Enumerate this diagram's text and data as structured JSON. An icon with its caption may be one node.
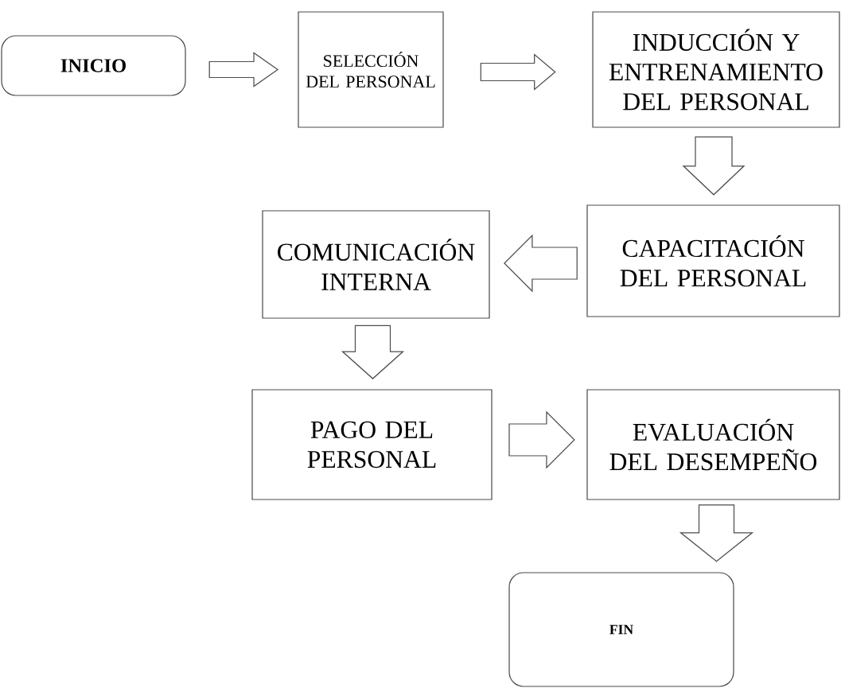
{
  "diagram": {
    "nodes": [
      {
        "text": [
          "**INICIO**"
        ]
      },
      {
        "text": [
          "SELECCIÓN DEL PERSONAL"
        ]
      },
      {
        "text": [
          "INDUCCIÓN Y ENTRENAMIENTO DEL PERSONAL"
        ]
      },
      {
        "text": [
          "CAPACITACIÓN DEL PERSONAL"
        ]
      },
      {
        "text": [
          "COMUNICACIÓN INTERNA"
        ]
      },
      {
        "text": [
          "PAGO DEL PERSONAL"
        ]
      },
      {
        "text": [
          "EVALUACIÓN DEL DESEMPEÑO"
        ]
      },
      {
        "text": [
          "**FIN**"
        ]
      }
    ],
    "edges": [
      {
        "from": 0,
        "to": 1,
        "arrow": "to"
      },
      {
        "from": 1,
        "to": 2,
        "arrow": "to"
      },
      {
        "from": 2,
        "to": 3,
        "arrow": "to"
      },
      {
        "from": 3,
        "to": 4,
        "arrow": "to"
      },
      {
        "from": 4,
        "to": 5,
        "arrow": "to"
      },
      {
        "from": 5,
        "to": 6,
        "arrow": "to"
      },
      {
        "from": 6,
        "to": 7,
        "arrow": "to"
      }
    ]
  }
}
